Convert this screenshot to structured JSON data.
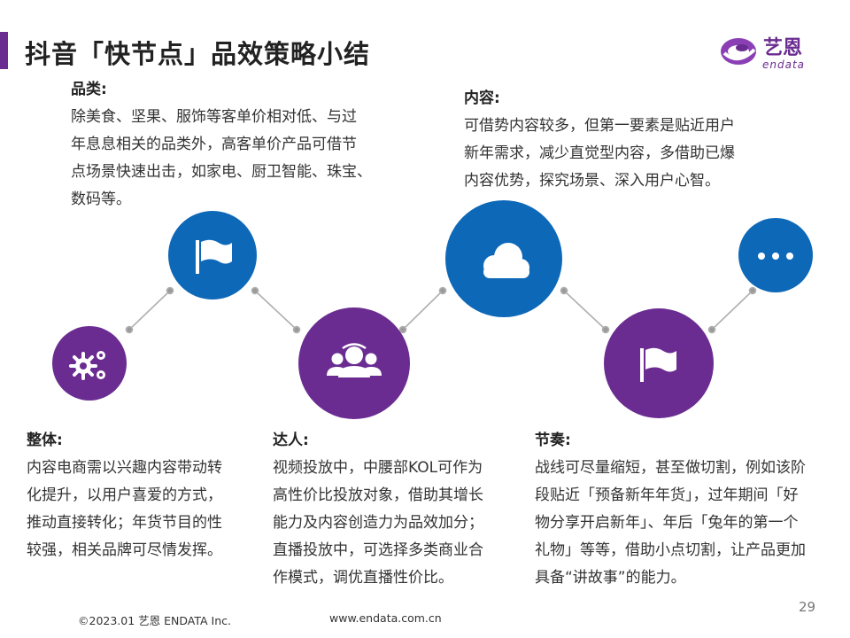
{
  "title": "抖音「快节点」品效策略小结",
  "logo": {
    "cn": "艺恩",
    "en": "endata"
  },
  "blocks": {
    "category": {
      "heading": "品类:",
      "lines": [
        "除美食、坚果、服饰等客单价相对低、与过",
        "年息息相关的品类外，高客单价产品可借节",
        "点场景快速出击，如家电、厨卫智能、珠宝、",
        "数码等。"
      ]
    },
    "content": {
      "heading": "内容:",
      "lines": [
        "可借势内容较多，但第一要素是贴近用户",
        "新年需求，减少直觉型内容，多借助已爆",
        "内容优势，探究场景、深入用户心智。"
      ]
    },
    "overall": {
      "heading": "整体:",
      "lines": [
        "内容电商需以兴趣内容带动转",
        "化提升，以用户喜爱的方式，",
        "推动直接转化；年货节目的性",
        "较强，相关品牌可尽情发挥。"
      ]
    },
    "influencer": {
      "heading": "达人:",
      "lines": [
        "视频投放中，中腰部KOL可作为",
        "高性价比投放对象，借助其增长",
        "能力及内容创造力为品效加分；",
        "直播投放中，可选择多类商业合",
        "作模式，调优直播性价比。"
      ]
    },
    "rhythm": {
      "heading": "节奏:",
      "lines": [
        "战线可尽量缩短，甚至做切割，例如该阶",
        "段贴近「预备新年年货」，过年期间「好",
        "物分享开启新年」、年后「兔年的第一个",
        "礼物」等等，借助小点切割，让产品更加",
        "具备“讲故事”的能力。"
      ]
    }
  },
  "nodes": [
    {
      "icon": "gears-icon",
      "color": "#6a2c91"
    },
    {
      "icon": "flag-icon",
      "color": "#0e68b8"
    },
    {
      "icon": "people-icon",
      "color": "#6a2c91"
    },
    {
      "icon": "cloud-icon",
      "color": "#0e68b8"
    },
    {
      "icon": "flag-icon",
      "color": "#6a2c91"
    },
    {
      "icon": "more-icon",
      "color": "#0e68b8"
    }
  ],
  "footer": {
    "copyright": "©2023.01 艺恩 ENDATA Inc.",
    "url": "www.endata.com.cn"
  },
  "page_number": "29"
}
